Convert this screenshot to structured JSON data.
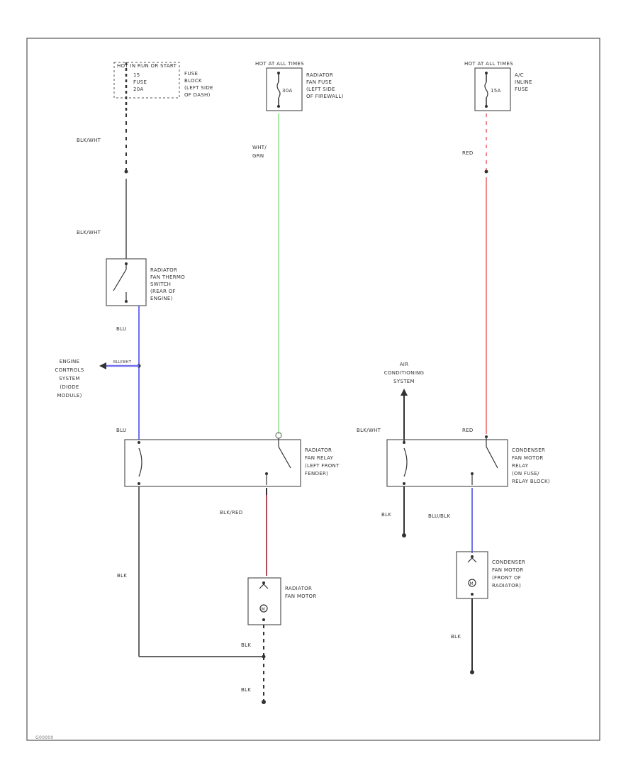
{
  "fuse_ign": {
    "line1": "HOT IN RUN OR START",
    "line2": "15",
    "line3": "FUSE",
    "line4": "20A",
    "desc": [
      "FUSE",
      "BLOCK",
      "(LEFT SIDE",
      "OF DASH)"
    ]
  },
  "fuse_fan": {
    "hot": "HOT AT ALL TIMES",
    "amp": "30A",
    "desc": [
      "RADIATOR",
      "FAN FUSE",
      "(LEFT SIDE",
      "OF FIREWALL)"
    ]
  },
  "fuse_ac": {
    "hot": "HOT AT ALL TIMES",
    "amp": "15A",
    "desc": [
      "A/C",
      "INLINE",
      "FUSE"
    ]
  },
  "wires": {
    "blk_wht_1": "BLK/WHT",
    "blk_wht_2": "BLK/WHT",
    "wht_grn": [
      "WHT/",
      "GRN"
    ],
    "red_top": "RED",
    "blu_1": "BLU",
    "blu_2": "BLU",
    "blu_wht": "BLU/WHT",
    "red_relay": "RED",
    "blk_wht_ac": "BLK/WHT",
    "blk_red": "BLK/RED",
    "blu_blk": "BLU/BLK",
    "blk_left": "BLK",
    "blk_relay2": "BLK",
    "blk_fan": "BLK",
    "blk_bottom": "BLK",
    "blk_cond": "BLK"
  },
  "components": {
    "thermo_switch": [
      "RADIATOR",
      "FAN THERMO",
      "SWITCH",
      "(REAR OF",
      "ENGINE)"
    ],
    "engine_control": [
      "ENGINE",
      "CONTROLS",
      "SYSTEM",
      "(DIODE",
      "MODULE)"
    ],
    "ac_system": [
      "AIR",
      "CONDITIONING",
      "SYSTEM"
    ],
    "fan_relay": [
      "RADIATOR",
      "FAN RELAY",
      "(LEFT FRONT",
      "FENDER)"
    ],
    "cond_relay": [
      "CONDENSER",
      "FAN MOTOR",
      "RELAY",
      "(ON FUSE/",
      "RELAY BLOCK)"
    ],
    "fan_motor": [
      "RADIATOR",
      "FAN MOTOR"
    ],
    "cond_motor": [
      "CONDENSER",
      "FAN MOTOR",
      "(FRONT OF",
      "RADIATOR)"
    ],
    "motor_symbol": "M"
  },
  "footer_code": "G00000",
  "colors": {
    "green": "#8ee08e",
    "red": "#f08a8a",
    "blue": "#7070ee",
    "blk_red": "#b04a5a",
    "dark": "#333333"
  }
}
